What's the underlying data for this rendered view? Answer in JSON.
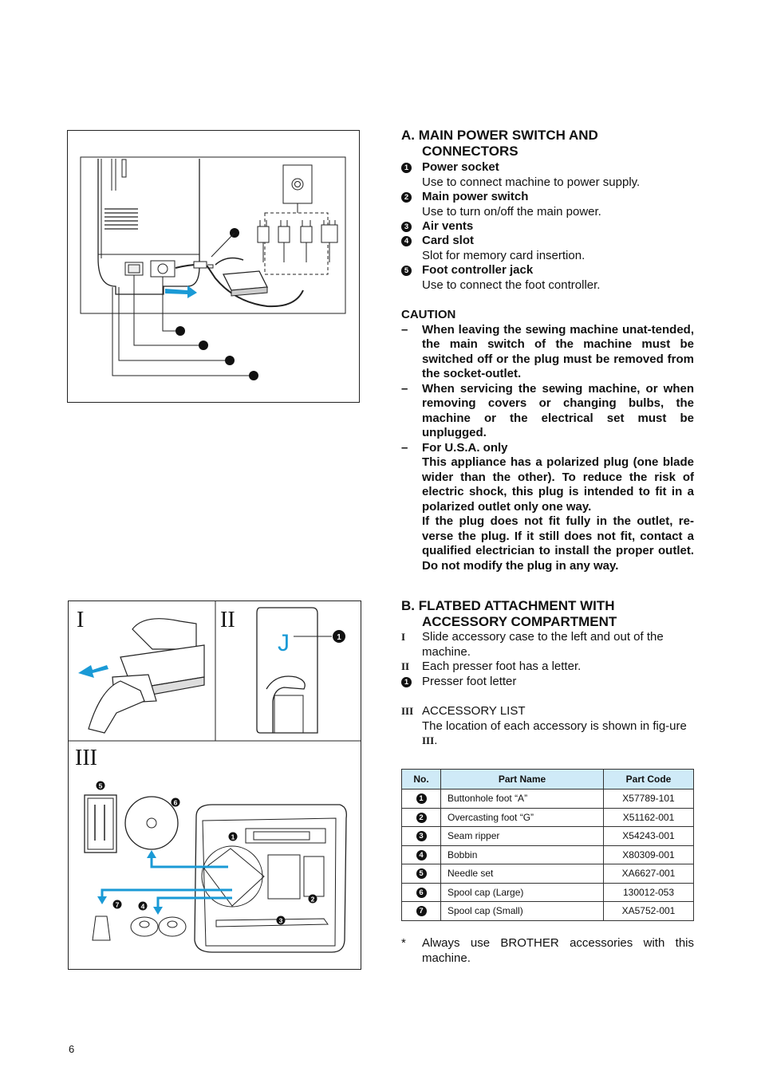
{
  "section_a": {
    "title_line1": "A.  MAIN POWER SWITCH AND",
    "title_line2": "CONNECTORS",
    "items": [
      {
        "num": "1",
        "label": "Power socket",
        "desc": "Use to connect machine to power supply."
      },
      {
        "num": "2",
        "label": "Main power switch",
        "desc": "Use to turn on/off the main power."
      },
      {
        "num": "3",
        "label": "Air vents",
        "desc": ""
      },
      {
        "num": "4",
        "label": "Card slot",
        "desc": "Slot for memory card insertion."
      },
      {
        "num": "5",
        "label": "Foot controller jack",
        "desc": "Use to connect the foot controller."
      }
    ]
  },
  "caution": {
    "heading": "CAUTION",
    "dash": "–",
    "item1": "When leaving the sewing machine unat-tended, the main switch of the machine must be switched off or the plug must be removed from the socket-outlet.",
    "item2": "When servicing the sewing machine, or when removing covers or changing bulbs, the machine or the electrical set must be unplugged.",
    "item3_title": "For U.S.A. only",
    "item3_p1": "This appliance has a polarized plug (one blade wider than the other). To reduce the risk of electric shock, this plug is intended to fit in a polarized outlet only one way.",
    "item3_p2": "If the plug does not fit fully in the outlet, re-verse the plug. If it still does not fit, contact a qualified electrician to install the proper outlet. Do not modify the plug in any way."
  },
  "section_b": {
    "title_line1": "B.  FLATBED ATTACHMENT WITH",
    "title_line2": "ACCESSORY COMPARTMENT",
    "line_i_mark": "I",
    "line_i": "Slide accessory case to the left and out of the machine.",
    "line_ii_mark": "II",
    "line_ii": "Each presser foot has a letter.",
    "line_1": "Presser foot letter",
    "line_iii_mark": "III",
    "line_iii": "ACCESSORY LIST",
    "line_iii_desc_a": "The location of each accessory is shown in fig-ure ",
    "line_iii_desc_b": "III",
    "line_iii_desc_c": "."
  },
  "table": {
    "headers": [
      "No.",
      "Part Name",
      "Part Code"
    ],
    "rows": [
      {
        "no": "1",
        "name": "Buttonhole foot “A”",
        "code": "X57789-101"
      },
      {
        "no": "2",
        "name": "Overcasting foot “G”",
        "code": "X51162-001"
      },
      {
        "no": "3",
        "name": "Seam ripper",
        "code": "X54243-001"
      },
      {
        "no": "4",
        "name": "Bobbin",
        "code": "X80309-001"
      },
      {
        "no": "5",
        "name": "Needle set",
        "code": "XA6627-001"
      },
      {
        "no": "6",
        "name": "Spool cap (Large)",
        "code": "130012-053"
      },
      {
        "no": "7",
        "name": "Spool cap (Small)",
        "code": "XA5752-001"
      }
    ]
  },
  "footnote": {
    "mark": "*",
    "text": "Always use BROTHER accessories with this machine."
  },
  "figure_labels": {
    "panel1": "I",
    "panel2": "II",
    "panel3": "III",
    "foot_letter": "J"
  },
  "page_number": "6",
  "colors": {
    "accent_blue": "#1a9ad6",
    "table_header": "#cfeaf7"
  }
}
